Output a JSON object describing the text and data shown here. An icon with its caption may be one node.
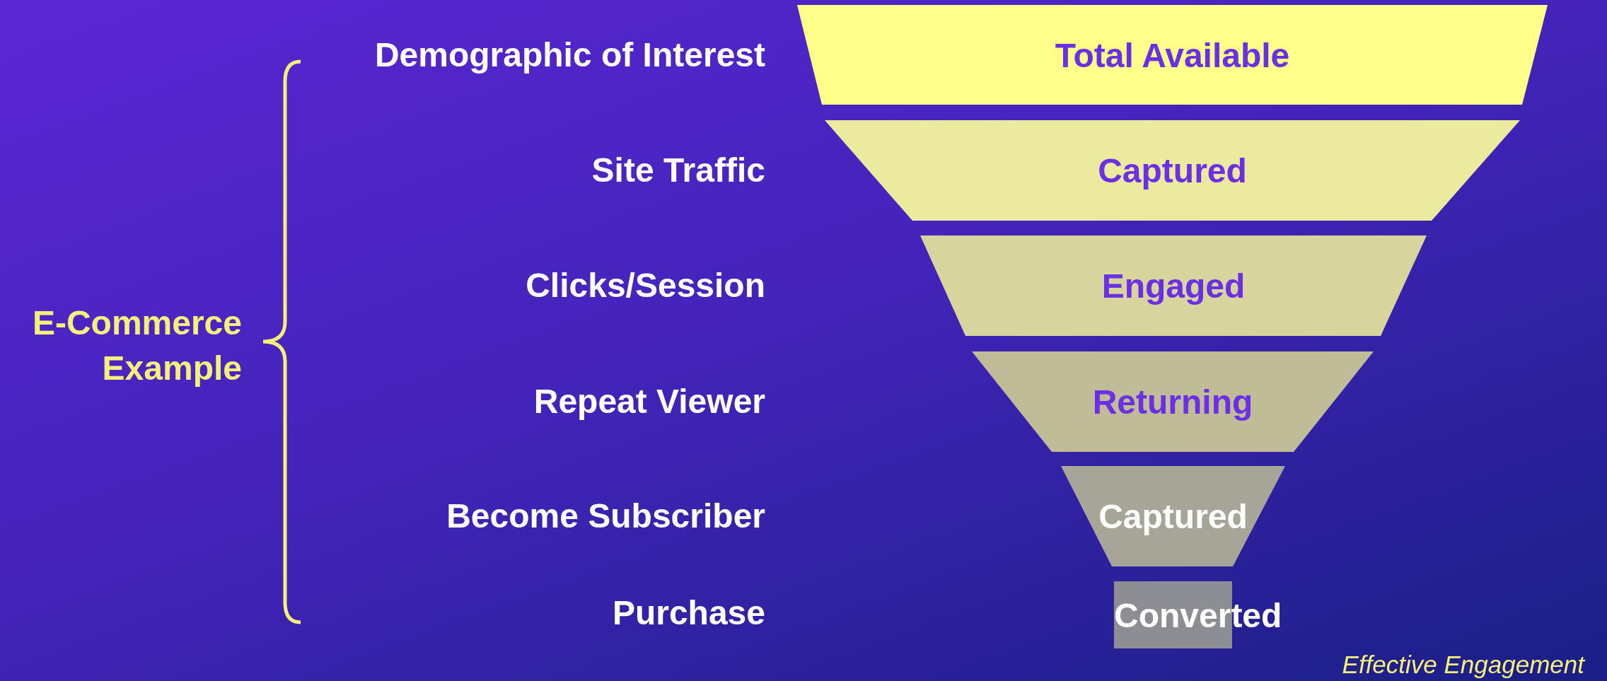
{
  "diagram": {
    "nodes": [
      {
        "text": [
          "Total Available"
        ]
      },
      {
        "text": [
          "Captured"
        ]
      },
      {
        "text": [
          "Engaged"
        ]
      },
      {
        "text": [
          "Returning"
        ]
      },
      {
        "text": [
          "Captured"
        ]
      },
      {
        "text": [
          "Converted"
        ]
      }
    ],
    "edges": [],
    "labels": [
      "Demographic of Interest",
      "Site Traffic",
      "Clicks/Session",
      "Repeat Viewer",
      "Become Subscriber",
      "Purchase",
      "E-Commerce Example",
      "Effective Engagement"
    ]
  }
}
